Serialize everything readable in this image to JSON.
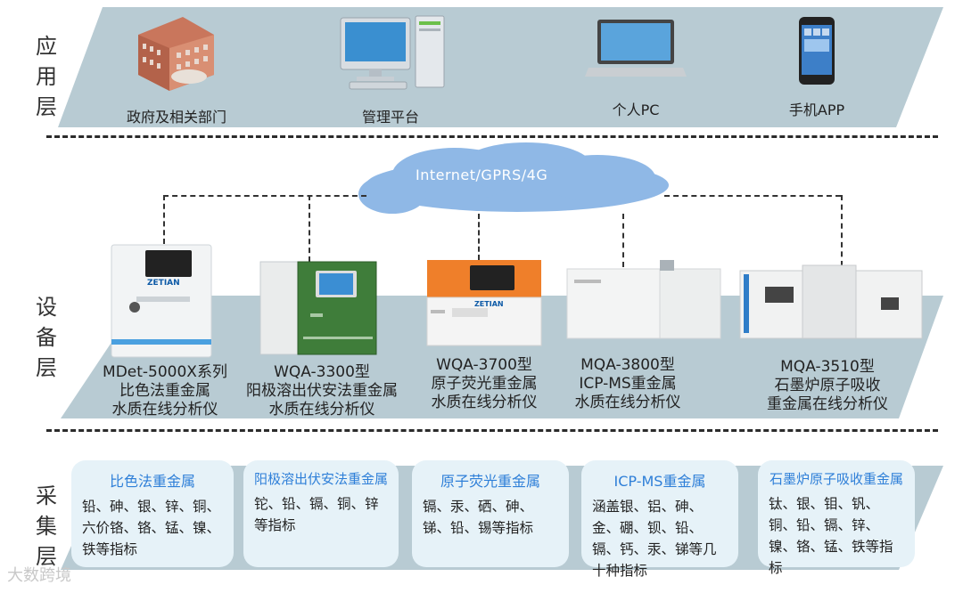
{
  "layers": {
    "application": "应用层",
    "device": "设备层",
    "collection": "采集层"
  },
  "application_items": [
    {
      "label": "政府及相关部门",
      "icon": "government-building-icon"
    },
    {
      "label": "管理平台",
      "icon": "desktop-computer-icon"
    },
    {
      "label": "个人PC",
      "icon": "laptop-icon"
    },
    {
      "label": "手机APP",
      "icon": "smartphone-icon"
    }
  ],
  "network": "Internet/GPRS/4G",
  "devices": [
    {
      "name": "MDet-5000X系列\n比色法重金属\n水质在线分析仪",
      "brand": "ZETIAN"
    },
    {
      "name": "WQA-3300型\n阳极溶出伏安法重金属\n水质在线分析仪"
    },
    {
      "name": "WQA-3700型\n原子荧光重金属\n水质在线分析仪",
      "brand": "ZETIAN"
    },
    {
      "name": "MQA-3800型\nICP-MS重金属\n水质在线分析仪"
    },
    {
      "name": "MQA-3510型\n石墨炉原子吸收\n重金属在线分析仪"
    }
  ],
  "collection_cards": [
    {
      "title": "比色法重金属",
      "body": "铅、砷、银、锌、铜、六价铬、铬、锰、镍、铁等指标"
    },
    {
      "title": "阳极溶出伏安法重金属",
      "body": "铊、铅、镉、铜、锌等指标"
    },
    {
      "title": "原子荧光重金属",
      "body": "镉、汞、硒、砷、锑、铅、锡等指标"
    },
    {
      "title": "ICP-MS重金属",
      "body": "涵盖银、铝、砷、金、硼、钡、铅、镉、钙、汞、锑等几十种指标"
    },
    {
      "title": "石墨炉原子吸收重金属",
      "body": "钛、银、钼、钒、铜、铅、镉、锌、镍、铬、锰、铁等指标"
    }
  ],
  "watermark": "大数跨境",
  "colors": {
    "band": "#b8cbd3",
    "card_bg": "#e6f2f8",
    "card_title": "#2e7fd8",
    "cloud": "#8fb8e6"
  }
}
